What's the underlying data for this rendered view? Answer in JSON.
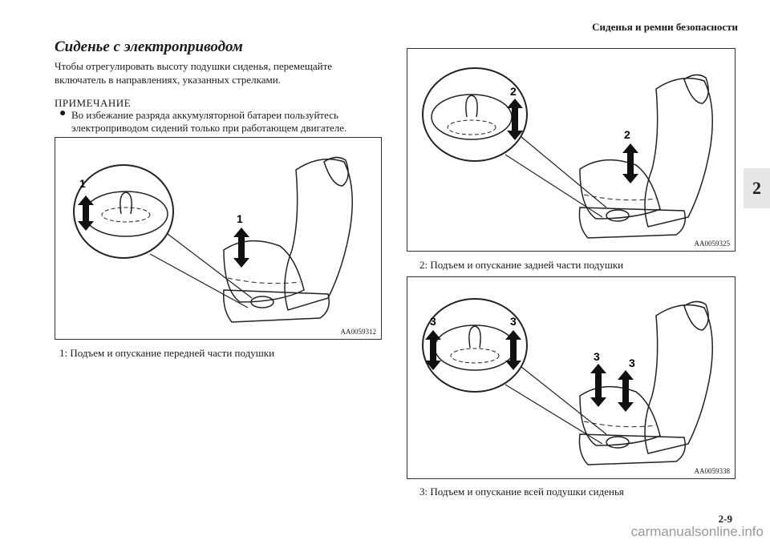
{
  "header": {
    "title": "Сиденья и ремни безопасности"
  },
  "chapter_tab": "2",
  "section": {
    "title": "Сиденье с электроприводом",
    "intro_line1": "Чтобы отрегулировать высоту подушки сиденья, перемещайте",
    "intro_line2": "включатель в направлениях, указанных стрелками."
  },
  "note": {
    "label": "ПРИМЕЧАНИЕ",
    "bullet": "●",
    "line1": "Во избежание разряда аккумуляторной батареи пользуйтесь",
    "line2": "электроприводом сидений только при работающем двигателе."
  },
  "figures": [
    {
      "code": "AA0059312",
      "marker": "1",
      "caption": "1:  Подъем и опускание передней части подушки"
    },
    {
      "code": "AA0059325",
      "marker": "2",
      "caption": "2:  Подъем и опускание задней части подушки"
    },
    {
      "code": "AA0059338",
      "marker": "3",
      "caption": "3:  Подъем и опускание всей подушки сиденья"
    }
  ],
  "footer": {
    "page": "2-9",
    "watermark": "carmanualsonline.info"
  }
}
